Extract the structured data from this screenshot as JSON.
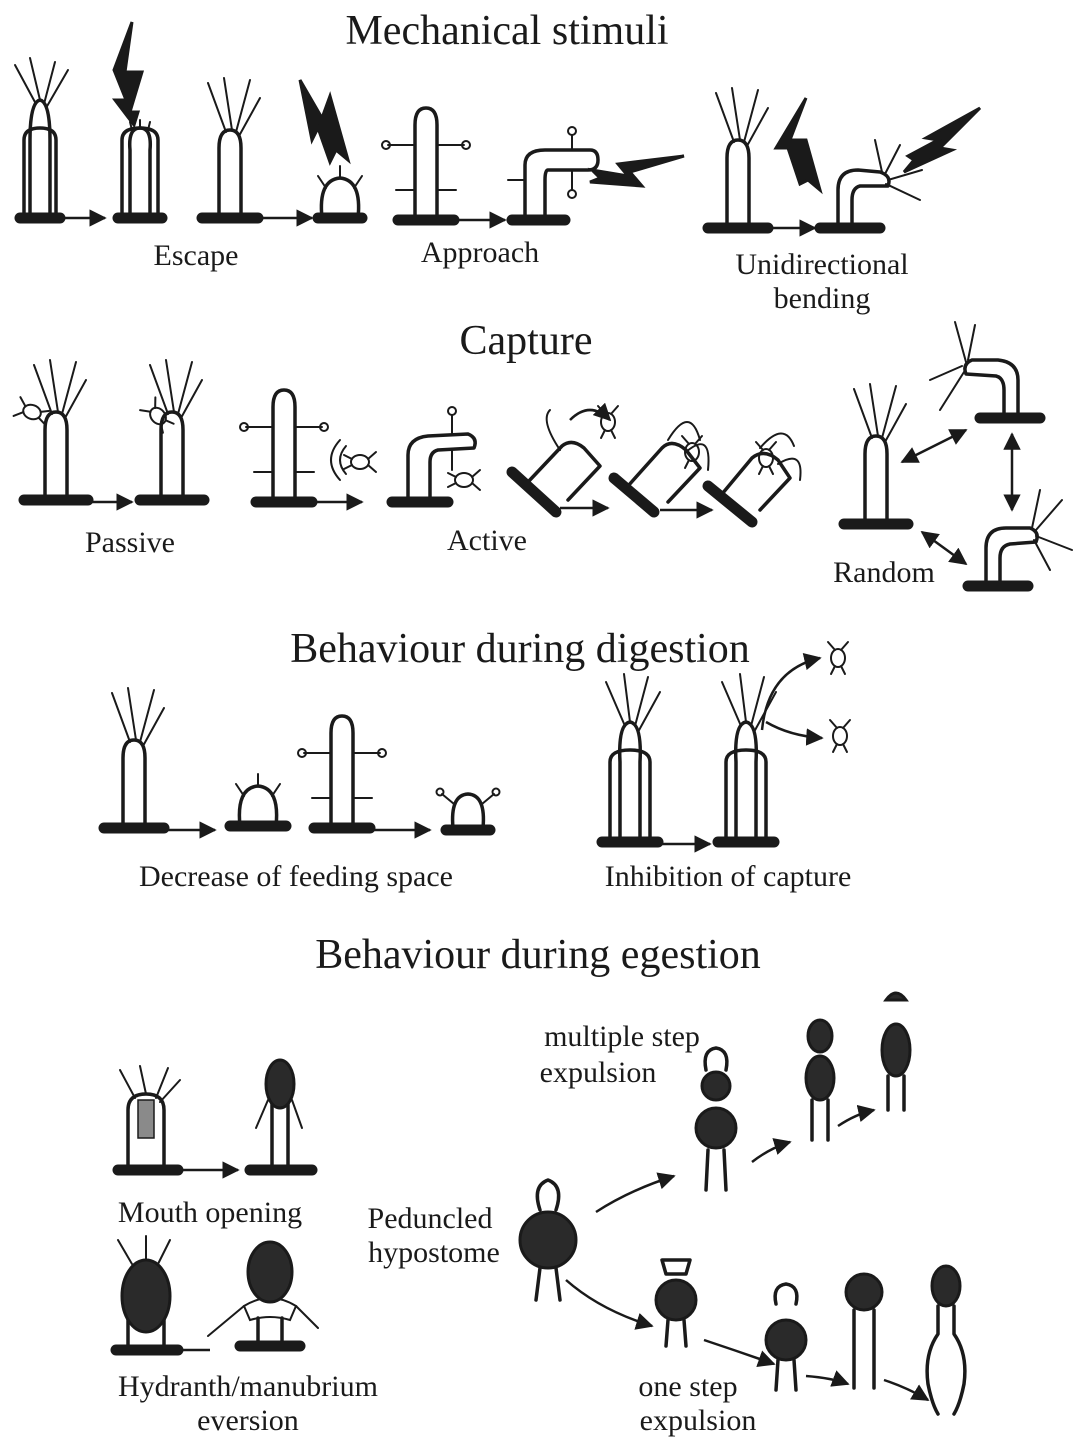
{
  "sections": {
    "mechanical": {
      "title": "Mechanical stimuli",
      "escape": "Escape",
      "approach": "Approach",
      "unidirectional_1": "Unidirectional",
      "unidirectional_2": "bending"
    },
    "capture": {
      "title": "Capture",
      "passive": "Passive",
      "active": "Active",
      "random": "Random"
    },
    "digestion": {
      "title": "Behaviour during digestion",
      "decrease": "Decrease of feeding space",
      "inhibition": "Inhibition of capture"
    },
    "egestion": {
      "title": "Behaviour during egestion",
      "mouth": "Mouth opening",
      "eversion_1": "Hydranth/manubrium",
      "eversion_2": "eversion",
      "peduncled_1": "Peduncled",
      "peduncled_2": "hypostome",
      "multiple_1": "multiple step",
      "multiple_2": "expulsion",
      "onestep_1": "one step",
      "onestep_2": "expulsion"
    }
  }
}
